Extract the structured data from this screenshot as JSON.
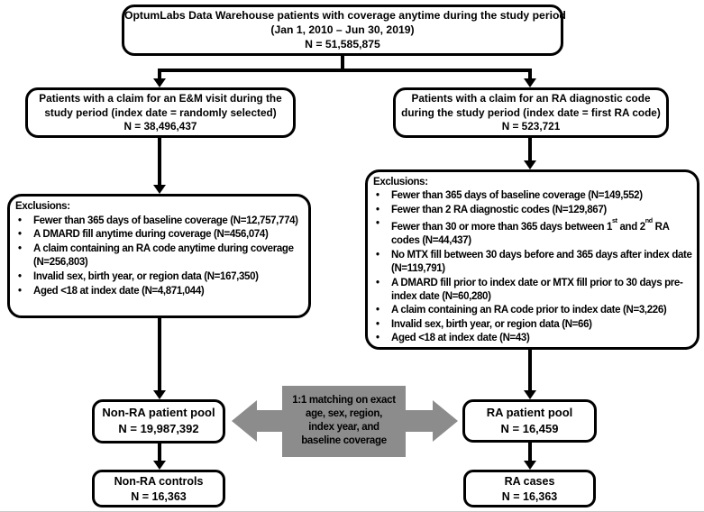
{
  "colors": {
    "line": "#000000",
    "matching_gray": "#8c8c8c",
    "background": "#ffffff",
    "text": "#000000"
  },
  "boxes": {
    "top": {
      "lines": [
        "OptumLabs Data Warehouse patients with coverage anytime during the study period",
        "(Jan 1, 2010 – Jun 30, 2019)",
        "N = 51,585,875"
      ]
    },
    "em": {
      "lines": [
        "Patients with a claim for an E&M visit during the",
        "study period (index date = randomly selected)",
        "N = 38,496,437"
      ]
    },
    "ra": {
      "lines": [
        "Patients with a claim for an RA diagnostic code",
        "during the study period (index date = first RA code)",
        "N = 523,721"
      ]
    },
    "exclusions_left": {
      "title": "Exclusions:",
      "items": [
        "Fewer than 365 days of baseline coverage (N=12,757,774)",
        "A DMARD fill anytime during coverage (N=456,074)",
        "A claim containing an RA code anytime during coverage (N=256,803)",
        "Invalid sex, birth year, or region data (N=167,350)",
        "Aged <18 at index date (N=4,871,044)"
      ]
    },
    "exclusions_right": {
      "title": "Exclusions:",
      "items": [
        "Fewer than 365 days of baseline coverage (N=149,552)",
        "Fewer than 2 RA diagnostic codes (N=129,867)",
        "Fewer than 30 or more than 365 days between 1^st^ and 2^nd^ RA codes (N=44,437)",
        "No MTX fill between 30 days before and 365 days after index date (N=119,791)",
        "A DMARD fill prior to index date or MTX fill prior to 30 days pre-index date (N=60,280)",
        "A claim containing an RA code prior to index date (N=3,226)",
        "Invalid sex, birth year, or region data (N=66)",
        "Aged <18 at index date (N=43)"
      ]
    },
    "nonra_pool": {
      "lines": [
        "Non-RA patient pool",
        "N = 19,987,392"
      ]
    },
    "ra_pool": {
      "lines": [
        "RA patient pool",
        "N = 16,459"
      ]
    },
    "nonra_controls": {
      "lines": [
        "Non-RA controls",
        "N = 16,363"
      ]
    },
    "ra_cases": {
      "lines": [
        "RA cases",
        "N = 16,363"
      ]
    }
  },
  "matching": {
    "lines": [
      "1:1 matching on exact",
      "age, sex, region,",
      "index year, and",
      "baseline coverage"
    ]
  }
}
